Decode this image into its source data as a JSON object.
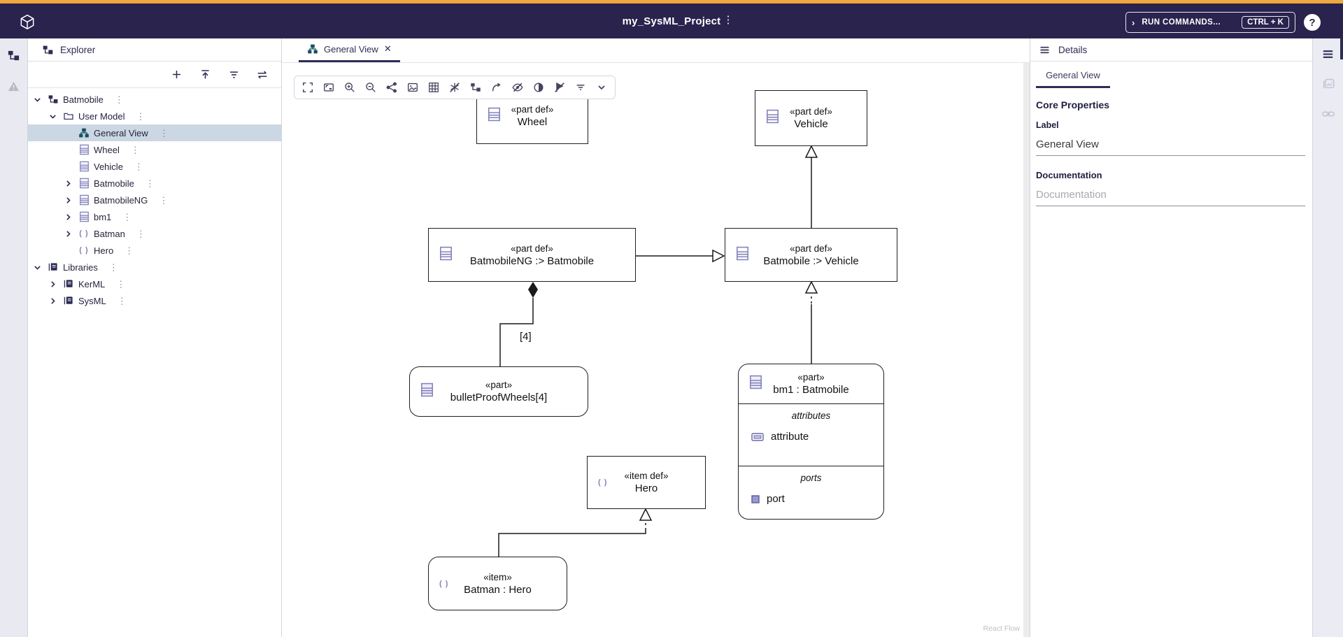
{
  "topbar": {
    "title": "my_SysML_Project",
    "run_commands_label": "RUN COMMANDS...",
    "shortcut": "CTRL + K"
  },
  "left_rail": {
    "icons": [
      "model-explorer",
      "problems"
    ]
  },
  "explorer": {
    "title": "Explorer",
    "toolbar_icons": [
      "add",
      "move-to-top",
      "filter",
      "sync"
    ],
    "kebab_glyph": "⋮",
    "parens_glyph": "( )",
    "tree": [
      {
        "label": "Batmobile",
        "level": 0,
        "state": "expanded",
        "icon": "project-icon"
      },
      {
        "label": "User Model",
        "level": 1,
        "state": "expanded",
        "icon": "folder-icon"
      },
      {
        "label": "General View",
        "level": 2,
        "state": "leaf",
        "icon": "diagram-icon",
        "selected": true
      },
      {
        "label": "Wheel",
        "level": 2,
        "state": "leaf",
        "icon": "part-def-icon"
      },
      {
        "label": "Vehicle",
        "level": 2,
        "state": "leaf",
        "icon": "part-def-icon"
      },
      {
        "label": "Batmobile",
        "level": 2,
        "state": "collapsed",
        "icon": "part-def-icon"
      },
      {
        "label": "BatmobileNG",
        "level": 2,
        "state": "collapsed",
        "icon": "part-def-icon"
      },
      {
        "label": "bm1",
        "level": 2,
        "state": "collapsed",
        "icon": "part-def-icon"
      },
      {
        "label": "Batman",
        "level": 2,
        "state": "collapsed",
        "icon": "item-icon"
      },
      {
        "label": "Hero",
        "level": 2,
        "state": "leaf",
        "icon": "item-icon"
      },
      {
        "label": "Libraries",
        "level": 0,
        "state": "expanded",
        "icon": "library-icon"
      },
      {
        "label": "KerML",
        "level": 1,
        "state": "collapsed",
        "icon": "library-icon"
      },
      {
        "label": "SysML",
        "level": 1,
        "state": "collapsed",
        "icon": "library-icon"
      }
    ]
  },
  "tab": {
    "label": "General View"
  },
  "canvas": {
    "toolbar_icons": [
      "fullscreen",
      "fit-view",
      "zoom-in",
      "zoom-out",
      "share",
      "export-image",
      "grid",
      "snap-off",
      "auto-layout",
      "reroute",
      "hide-elements",
      "contrast",
      "hide-annotations",
      "filter",
      "more"
    ],
    "multiplicity_label": "[4]",
    "attribution": "React Flow",
    "nodes": [
      {
        "stereotype": "«part def»",
        "name": "Wheel"
      },
      {
        "stereotype": "«part def»",
        "name": "Vehicle"
      },
      {
        "stereotype": "«part def»",
        "name": "BatmobileNG :> Batmobile"
      },
      {
        "stereotype": "«part def»",
        "name": "Batmobile :> Vehicle"
      },
      {
        "stereotype": "«part»",
        "name": "bulletProofWheels[4]"
      },
      {
        "stereotype": "«part»",
        "name": "bm1 : Batmobile",
        "compartments": [
          {
            "label": "attributes",
            "items": [
              {
                "label": "attribute",
                "icon": "attribute-icon"
              }
            ]
          },
          {
            "label": "ports",
            "items": [
              {
                "label": "port",
                "icon": "port-icon"
              }
            ]
          }
        ]
      },
      {
        "stereotype": "«item def»",
        "name": "Hero"
      },
      {
        "stereotype": "«item»",
        "name": "Batman : Hero"
      }
    ]
  },
  "details": {
    "title": "Details",
    "tab_label": "General View",
    "core_properties_heading": "Core Properties",
    "label_heading": "Label",
    "label_value": "General View",
    "documentation_heading": "Documentation",
    "documentation_placeholder": "Documentation"
  },
  "right_rail": {
    "icons": [
      "details",
      "diagrams",
      "references"
    ]
  }
}
